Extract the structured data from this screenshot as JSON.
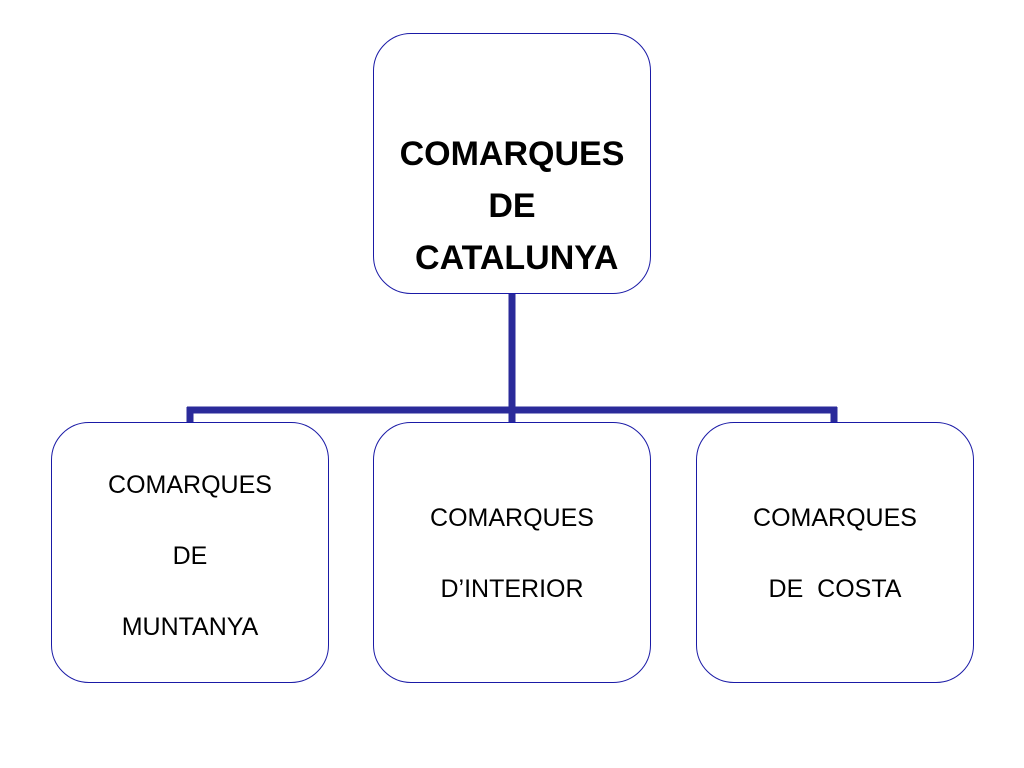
{
  "diagram": {
    "root": {
      "lines": [
        "COMARQUES",
        "DE",
        " CATALUNYA"
      ]
    },
    "children": [
      {
        "lines": [
          "COMARQUES",
          "DE",
          "MUNTANYA"
        ]
      },
      {
        "lines": [
          "COMARQUES",
          "D’INTERIOR"
        ]
      },
      {
        "lines": [
          "COMARQUES",
          "DE  COSTA"
        ]
      }
    ]
  },
  "colors": {
    "connector": "#2a2a9a",
    "box_border": "#1a1aa6",
    "background": "#ffffff",
    "text": "#000000"
  }
}
